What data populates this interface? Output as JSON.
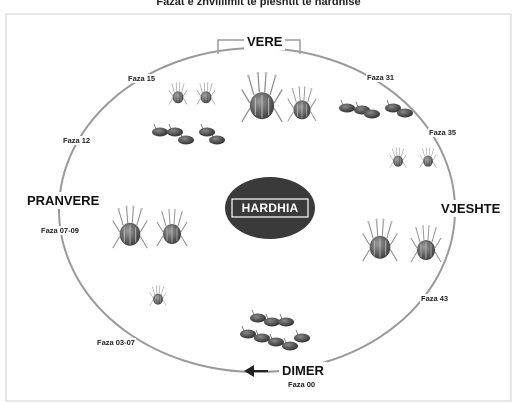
{
  "title": "Fazat e zhvillimit te pleshtit te hardhise",
  "center": {
    "label": "HARDHIA"
  },
  "seasons": {
    "summer": "VERE",
    "autumn": "VJESHTE",
    "winter": "DIMER",
    "spring": "PRANVERE"
  },
  "phases": {
    "f15": "Faza 15",
    "f31": "Faza 31",
    "f35": "Faza 35",
    "f12": "Faza 12",
    "f0709": "Faza 07-09",
    "f43": "Faza 43",
    "f0307": "Faza 03-07",
    "f00": "Faza 00"
  },
  "colors": {
    "cycle_line": "#9a9a9a",
    "center_fill": "#3a3a3a",
    "mite_body": "#6f6f6f",
    "egg_fill": "#555555"
  },
  "icons": [
    "arrow-left-icon",
    "mite-icon",
    "egg-icon"
  ]
}
